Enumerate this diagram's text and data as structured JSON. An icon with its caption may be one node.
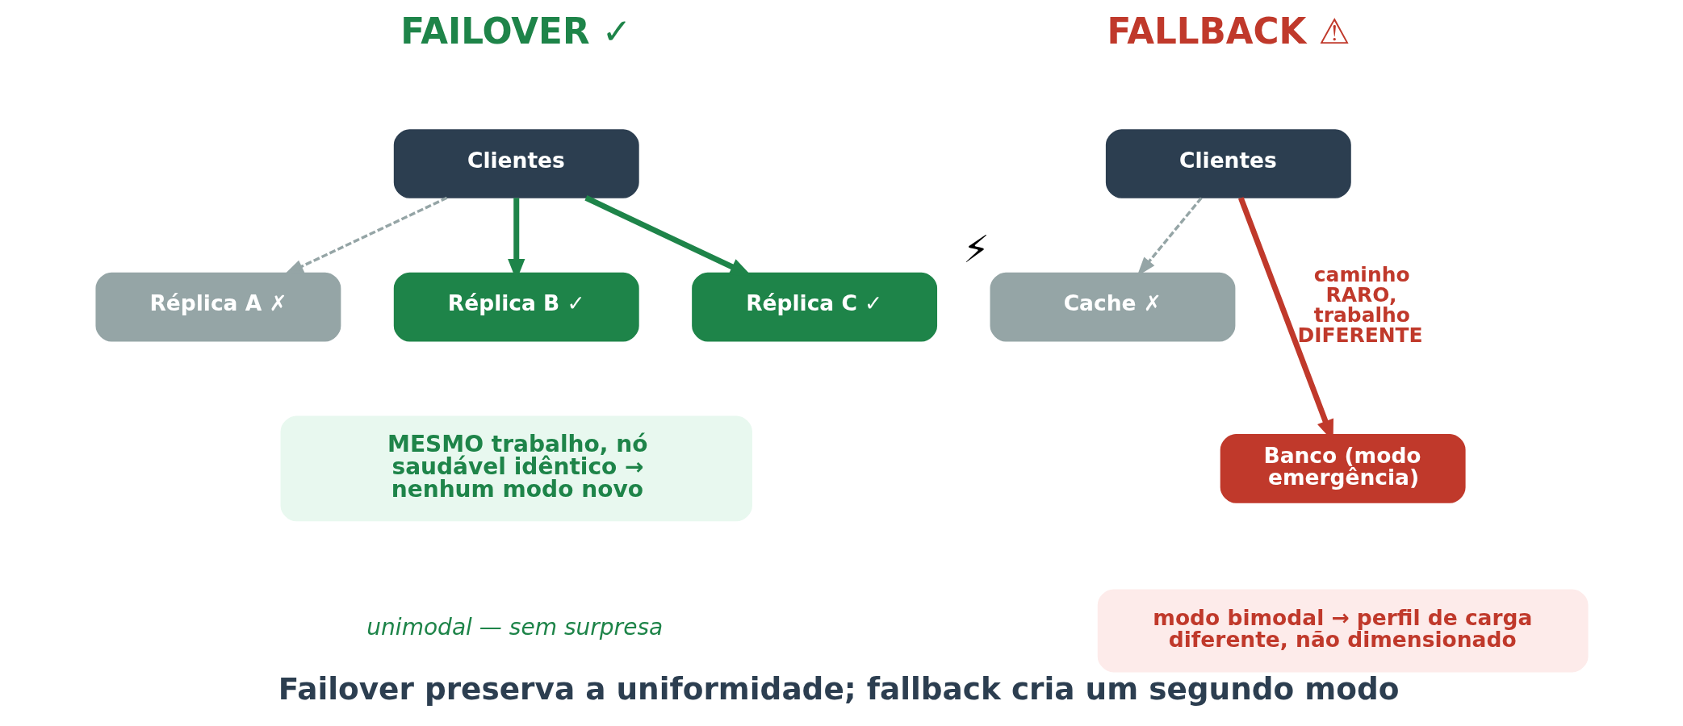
{
  "diagram": {
    "caption": "Failover preserva a uniformidade; fallback cria um segundo modo",
    "nodes": [
      {
        "text": [
          "Clientes"
        ]
      },
      {
        "text": [
          "Réplica A ✗"
        ]
      },
      {
        "text": [
          "Réplica B ✓"
        ]
      },
      {
        "text": [
          "Réplica C ✓"
        ]
      },
      {
        "text": [
          "MESMO trabalho, nó saudável idêntico → nenhum modo novo"
        ]
      },
      {
        "text": [
          "Clientes"
        ]
      },
      {
        "text": [
          "Cache ✗"
        ],
        "beside": [
          "⚡"
        ]
      },
      {
        "text": [
          "Banco (modo emergência)"
        ]
      },
      {
        "text": [
          "modo bimodal → perfil de carga diferente, não dimensionado"
        ]
      }
    ],
    "edges": [
      {
        "from": 0,
        "to": 1,
        "arrow": "to",
        "style": "dashed",
        "color": "#95a5a6"
      },
      {
        "from": 0,
        "to": 2,
        "arrow": "to",
        "color": "#1e8449"
      },
      {
        "from": 0,
        "to": 3,
        "arrow": "to",
        "color": "#1e8449"
      },
      {
        "from": 5,
        "to": 7,
        "arrow": "to",
        "color": "#c0392b",
        "label": "caminho RARO, trabalho DIFERENTE"
      },
      {
        "from": 5,
        "to": 6,
        "arrow": "to",
        "style": "dashed",
        "color": "#95a5a6"
      }
    ],
    "labels": [
      "FAILOVER ✓",
      "FALLBACK ⚠",
      "unimodal — sem surpresa"
    ]
  }
}
